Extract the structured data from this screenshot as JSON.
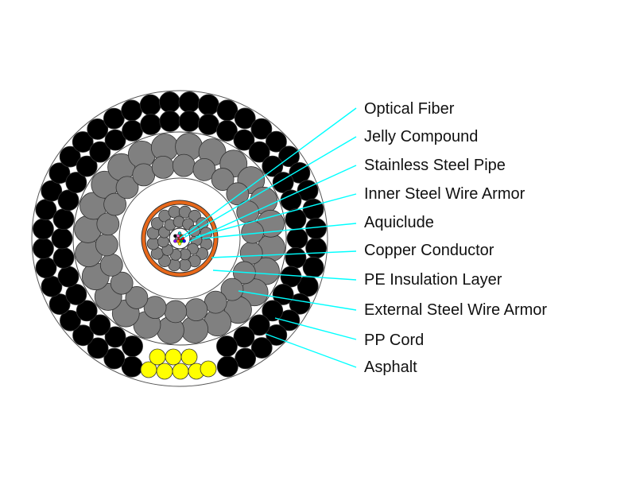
{
  "diagram": {
    "labels": [
      "Optical Fiber",
      "Jelly Compound",
      "Stainless Steel Pipe",
      "Inner Steel Wire Armor",
      "Aquiclude",
      "Copper Conductor",
      "PE Insulation Layer",
      "External Steel Wire Armor",
      "PP Cord",
      "Asphalt"
    ],
    "colors": {
      "background": "#ffffff",
      "outer_armor_wire": "#000000",
      "steel_wire": "#808080",
      "asphalt": "#ffff00",
      "aquiclude": "#e8681a",
      "fiber_colors": [
        "#ff0000",
        "#0000ff",
        "#00aa00",
        "#ffff00",
        "#ff8800",
        "#8800ff",
        "#888888",
        "#000000",
        "#ff66cc",
        "#00cccc",
        "#884400",
        "#ffffff"
      ],
      "leader_line": "#00ffff"
    }
  }
}
